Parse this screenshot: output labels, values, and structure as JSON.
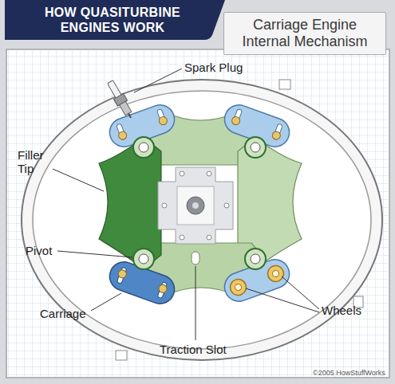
{
  "diagram": {
    "title": "HOW QUASITURBINE ENGINES WORK",
    "nodes": [
      {
        "text": [
          "Carriage Engine Internal Mechanism"
        ]
      }
    ],
    "labels": [
      "Spark Plug",
      "Filler Tip",
      "Pivot",
      "Carriage",
      "Wheels",
      "Traction Slot",
      "©2005 HowStuffWorks"
    ]
  }
}
